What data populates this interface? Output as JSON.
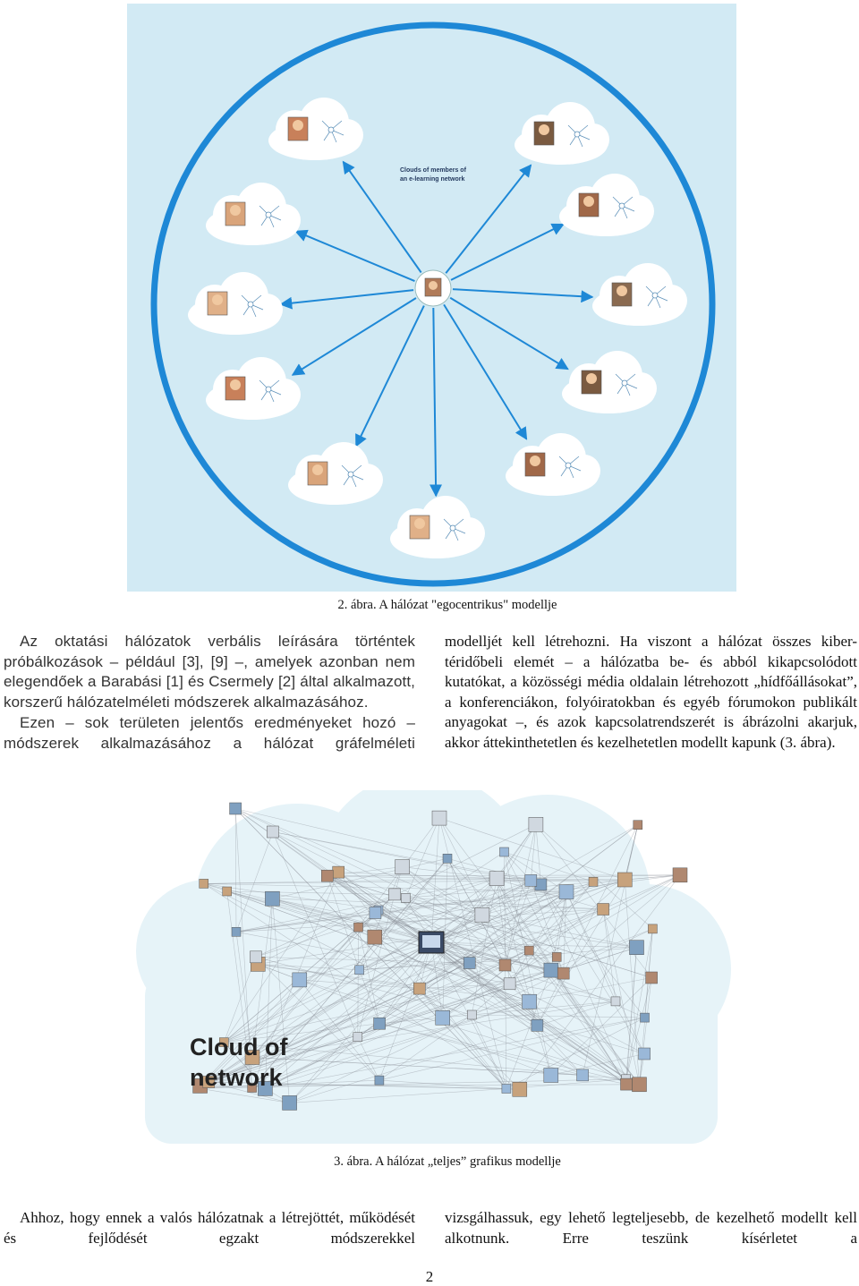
{
  "figure2": {
    "title_line1": "Clouds of members of",
    "title_line2": "an e-learning network",
    "caption": "2. ábra. A hálózat \"egocentrikus\" modellje"
  },
  "left_col": {
    "p1": "Az oktatási hálózatok verbális leírására történtek próbálkozások – például [3], [9] –, amelyek azonban nem elegendőek a Barabási [1] és Csermely [2] által alkalmazott, korszerű hálózatelméleti módszerek alkalmazásához.",
    "p2": "Ezen – sok területen jelentős eredményeket hozó – módszerek alkalmazásához a hálózat gráfelméleti"
  },
  "right_col": {
    "p1": "modelljét kell létrehozni. Ha viszont a hálózat összes kiber-téridőbeli elemét – a hálózatba be- és abból kikapcsolódott kutatókat, a közösségi média oldalain létrehozott „hídfőállásokat”, a konferenciákon, folyóiratokban és egyéb fórumokon publikált anyagokat –, és azok kapcsolatrendszerét is ábrázolni akarjuk, akkor áttekinthetetlen és kezelhetetlen modellt kapunk (3. ábra)."
  },
  "figure3": {
    "label_line1": "Cloud of",
    "label_line2": "network",
    "caption": "3. ábra. A hálózat „teljes” grafikus modellje"
  },
  "bottom": {
    "left": "Ahhoz, hogy ennek a valós hálózatnak a létrejöttét, működését és fejlődését egzakt módszerekkel",
    "right": "vizsgálhassuk, egy lehető legteljesebb, de kezelhető modellt kell alkotnunk. Erre teszünk kísérletet a"
  },
  "page_number": "2",
  "colors": {
    "ring": "#1e88d6",
    "sky": "#d2eaf4",
    "cloud": "#ffffff"
  }
}
